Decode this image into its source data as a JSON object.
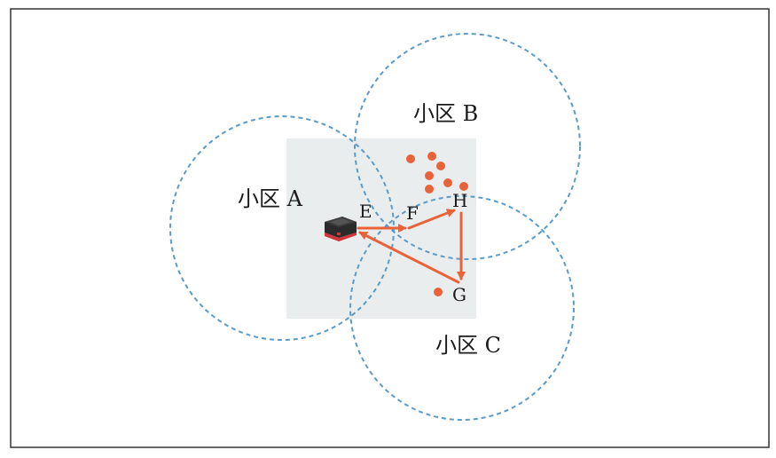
{
  "colors": {
    "border": "#333333",
    "background": "#ffffff",
    "shaded_area": "#eaedee",
    "cell_circle": "#5b9bc9",
    "path_arrow": "#e8623a",
    "dots": "#e8623a",
    "robot_body": "#2b2b2b",
    "robot_stripe": "#d2343a"
  },
  "cells": [
    {
      "label": "小区 A"
    },
    {
      "label": "小区 B"
    },
    {
      "label": "小区 C"
    }
  ],
  "points": [
    {
      "label": "E"
    },
    {
      "label": "F"
    },
    {
      "label": "H"
    },
    {
      "label": "G"
    }
  ],
  "icons": {
    "robot": "robot-icon"
  }
}
